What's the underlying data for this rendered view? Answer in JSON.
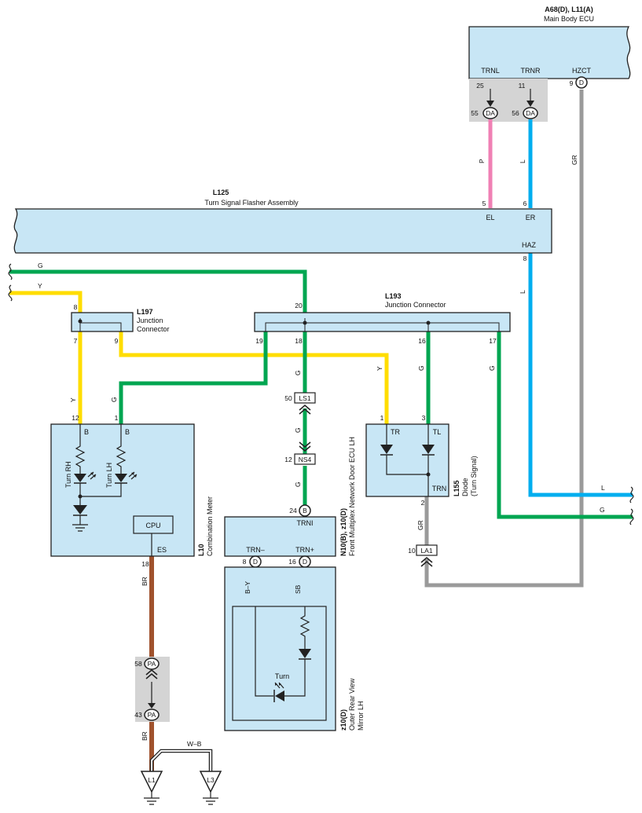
{
  "colors": {
    "green": "#00a651",
    "yellow": "#ffdd00",
    "blue": "#00aeef",
    "pink": "#f080b4",
    "gray": "#9a9a9a",
    "brown": "#a0522d",
    "lightblue": "#99d9f5",
    "component_fill": "#c8e6f5",
    "connector_gray": "#d4d4d4"
  },
  "components": {
    "ecu": {
      "id": "A68(D), L11(A)",
      "name": "Main Body ECU",
      "pins": {
        "trnl": "TRNL",
        "trnr": "TRNR",
        "hzct": "HZCT"
      },
      "pin_nums": {
        "trnl": "25",
        "trnr": "11",
        "hzct": "9"
      }
    },
    "flasher": {
      "id": "L125",
      "name": "Turn Signal Flasher Assembly",
      "pins": {
        "el": "EL",
        "er": "ER",
        "haz": "HAZ"
      },
      "pin_nums": {
        "el": "5",
        "er": "6",
        "haz": "8"
      }
    },
    "l197": {
      "id": "L197",
      "name_line1": "Junction",
      "name_line2": "Connector",
      "pin_nums": {
        "p8": "8",
        "p7": "7",
        "p9": "9"
      }
    },
    "l193": {
      "id": "L193",
      "name": "Junction Connector",
      "pin_nums": {
        "p20": "20",
        "p19": "19",
        "p18": "18",
        "p16": "16",
        "p17": "17"
      }
    },
    "l10": {
      "id": "L10",
      "name": "Combination Meter",
      "labels": {
        "b1": "B",
        "b2": "B",
        "turn_rh": "Turn RH",
        "turn_lh": "Turn LH",
        "cpu": "CPU",
        "es": "ES"
      },
      "pin_nums": {
        "p12": "12",
        "p1": "1",
        "p18": "18"
      }
    },
    "n10": {
      "id": "N10(B), z10(D)",
      "name": "Front Multiplex Network Door ECU LH",
      "labels": {
        "trni": "TRNI",
        "trn_minus": "TRN–",
        "trn_plus": "TRN+"
      },
      "pin_nums": {
        "p24": "24",
        "p8": "8",
        "p16": "16"
      }
    },
    "l155": {
      "id": "L155",
      "name_line1": "Diode",
      "name_line2": "(Turn Signal)",
      "labels": {
        "tr": "TR",
        "tl": "TL",
        "trn": "TRN"
      },
      "pin_nums": {
        "p1": "1",
        "p3": "3",
        "p2": "2"
      }
    },
    "z10": {
      "id": "z10(D)",
      "name_line1": "Outer Rear View",
      "name_line2": "Mirror LH",
      "labels": {
        "turn": "Turn"
      }
    }
  },
  "connectors": {
    "da1": {
      "num": "55",
      "code": "DA"
    },
    "da2": {
      "num": "56",
      "code": "DA"
    },
    "d_hzct": {
      "code": "D"
    },
    "ls1": {
      "num": "50",
      "code": "LS1"
    },
    "ns4": {
      "num": "12",
      "code": "NS4"
    },
    "b24": {
      "code": "B"
    },
    "la1": {
      "num": "10",
      "code": "LA1"
    },
    "pa58": {
      "num": "58",
      "code": "PA"
    },
    "pa43": {
      "num": "43",
      "code": "PA"
    },
    "d8": {
      "code": "D"
    },
    "d16": {
      "code": "D"
    }
  },
  "grounds": {
    "g1": "L1",
    "g2": "L3"
  },
  "wire_colors": {
    "pink": "P",
    "blue_top": "L",
    "gray_right": "GR",
    "blue_haz": "L",
    "green_top": "G",
    "yellow_top": "Y",
    "y_l10": "Y",
    "g_l10": "G",
    "g_ls1": "G",
    "g_mid": "G",
    "g_ns4": "G",
    "y_l155": "Y",
    "g_l155": "G",
    "g_p17": "G",
    "gr_la1": "GR",
    "br_top": "BR",
    "br_bottom": "BR",
    "by": "B–Y",
    "sb": "SB",
    "wb": "W–B",
    "l_right": "L",
    "g_right": "G"
  }
}
